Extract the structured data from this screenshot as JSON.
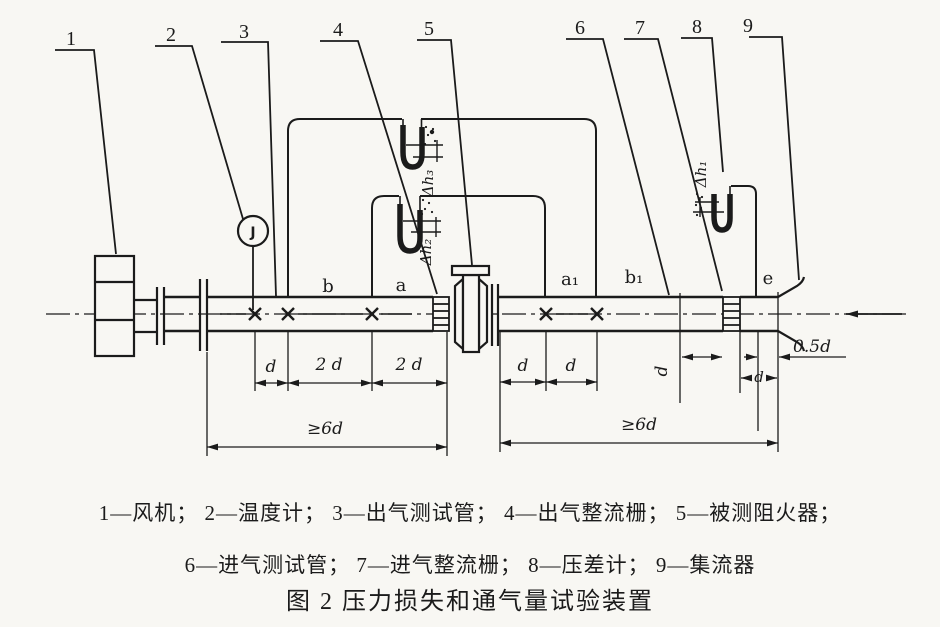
{
  "title": "图 2  压力损失和通气量试验装置",
  "legend": {
    "line1": "1—风机； 2—温度计； 3—出气测试管； 4—出气整流栅； 5—被测阻火器；",
    "line2": "6—进气测试管； 7—进气整流栅； 8—压差计； 9—集流器"
  },
  "callouts": [
    "1",
    "2",
    "3",
    "4",
    "5",
    "6",
    "7",
    "8",
    "9"
  ],
  "thermometer": {
    "label": "J"
  },
  "sections": {
    "b": "b",
    "a": "a",
    "a1": "a₁",
    "b1": "b₁",
    "e": "e"
  },
  "manometers": {
    "dh1": "Δh₁",
    "dh2": "Δh₂",
    "dh3": "Δh₃"
  },
  "dims": {
    "d": "d",
    "two_d": "2 d",
    "six_d": "≥6d",
    "half_d": "0.5d"
  },
  "colors": {
    "ink": "#1b1b1b",
    "paper": "#f8f7f3"
  }
}
